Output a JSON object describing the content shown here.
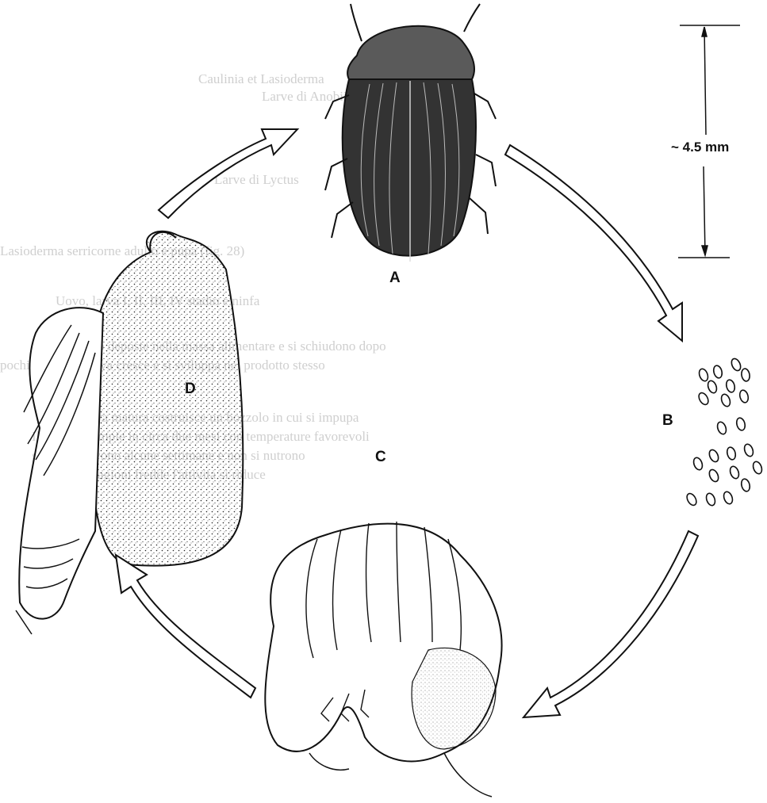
{
  "labels": {
    "adult": "A",
    "eggs": "B",
    "larva": "C",
    "pupa": "D"
  },
  "scale": {
    "text": "~ 4.5 mm"
  },
  "background_text": [
    "Caulinia et Lasioderma",
    "Larve di Anobiidae",
    "Larve di Lyctus",
    "Lasioderma serricorne adulto e pupa (fig. 28)",
    "Uovo, larva I, II, III, IV stadio e ninfa",
    "Le uova sono deposte nella massa alimentare e si schiudono dopo",
    "pochi giorni; la larva cresce e si sviluppa nel prodotto stesso",
    "La larva matura costruisce un bozzolo in cui si impupa",
    "Il ciclo si compie in circa due mesi con temperature favorevoli",
    "gli adulti vivono alcune settimane e non si nutrono",
    "durante le stagioni fredde l'attivita si riduce"
  ],
  "colors": {
    "ink": "#111111",
    "ghost": "#cfcfcf"
  }
}
